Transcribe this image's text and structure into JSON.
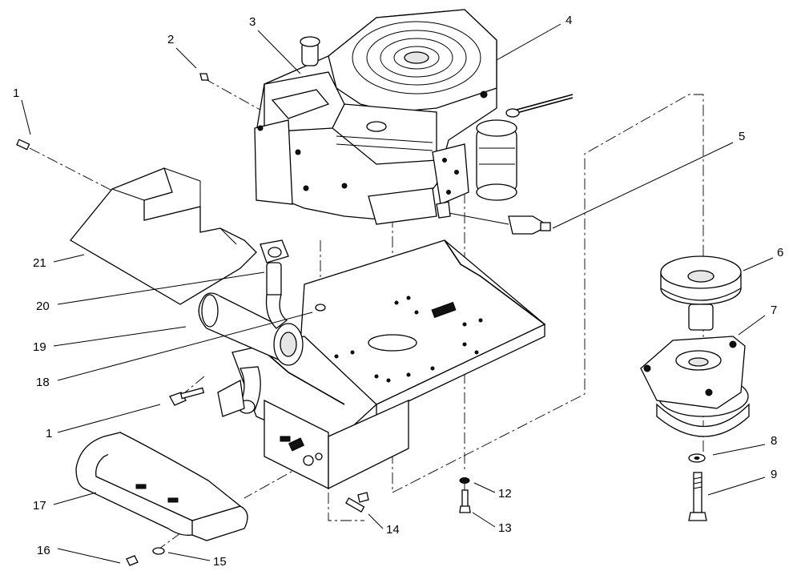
{
  "callouts": [
    {
      "id": "c1a",
      "label": "1"
    },
    {
      "id": "c2",
      "label": "2"
    },
    {
      "id": "c3",
      "label": "3"
    },
    {
      "id": "c4",
      "label": "4"
    },
    {
      "id": "c5",
      "label": "5"
    },
    {
      "id": "c6",
      "label": "6"
    },
    {
      "id": "c7",
      "label": "7"
    },
    {
      "id": "c8",
      "label": "8"
    },
    {
      "id": "c9",
      "label": "9"
    },
    {
      "id": "c12",
      "label": "12"
    },
    {
      "id": "c13",
      "label": "13"
    },
    {
      "id": "c14",
      "label": "14"
    },
    {
      "id": "c15",
      "label": "15"
    },
    {
      "id": "c16",
      "label": "16"
    },
    {
      "id": "c17",
      "label": "17"
    },
    {
      "id": "c1b",
      "label": "1"
    },
    {
      "id": "c18",
      "label": "18"
    },
    {
      "id": "c19",
      "label": "19"
    },
    {
      "id": "c20",
      "label": "20"
    },
    {
      "id": "c21",
      "label": "21"
    }
  ]
}
